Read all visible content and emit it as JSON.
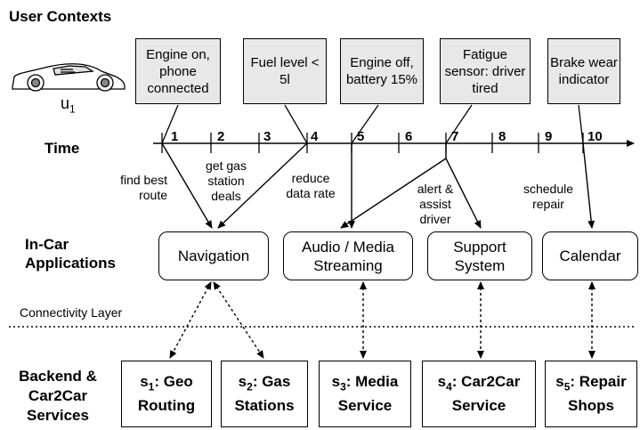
{
  "title": "User Contexts",
  "user_label": "u",
  "user_sub": "1",
  "time_label": "Time",
  "ticks": [
    "1",
    "2",
    "3",
    "4",
    "5",
    "6",
    "7",
    "8",
    "9",
    "10"
  ],
  "contexts": [
    "Engine on, phone connected",
    "Fuel level < 5l",
    "Engine off, battery 15%",
    "Fatigue sensor: driver tired",
    "Brake wear indicator"
  ],
  "actions": {
    "find_route": "find best route",
    "gas_deals": "get gas station deals",
    "reduce_rate": "reduce data rate",
    "alert": "alert & assist driver",
    "schedule": "schedule repair"
  },
  "in_car_label": "In-Car Applications",
  "apps": {
    "navigation": "Navigation",
    "audio": "Audio / Media Streaming",
    "support": "Support System",
    "calendar": "Calendar"
  },
  "connectivity_label": "Connectivity Layer",
  "backend_label": "Backend & Car2Car Services",
  "services": [
    {
      "s": "s",
      "n": "1",
      "text": ": Geo Routing"
    },
    {
      "s": "s",
      "n": "2",
      "text": ": Gas Stations"
    },
    {
      "s": "s",
      "n": "3",
      "text": ": Media Service"
    },
    {
      "s": "s",
      "n": "4",
      "text": ": Car2Car Service"
    },
    {
      "s": "s",
      "n": "5",
      "text": ": Repair Shops"
    }
  ]
}
